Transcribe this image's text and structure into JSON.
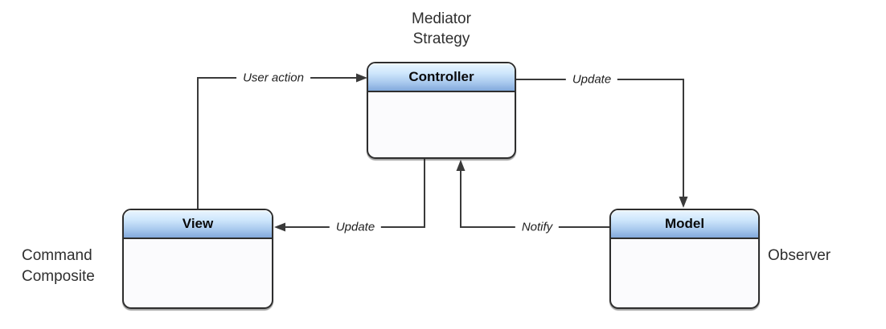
{
  "diagram": {
    "type": "mvc-design-patterns-diagram",
    "boxes": {
      "controller": {
        "title": "Controller"
      },
      "view": {
        "title": "View"
      },
      "model": {
        "title": "Model"
      }
    },
    "annotations": {
      "controller_patterns": {
        "line1": "Mediator",
        "line2": "Strategy"
      },
      "view_patterns": {
        "line1": "Command",
        "line2": "Composite"
      },
      "model_patterns": {
        "line1": "Observer"
      }
    },
    "arrows": {
      "user_action": {
        "label": "User action",
        "from": "View",
        "to": "Controller"
      },
      "update_to_model": {
        "label": "Update",
        "from": "Controller",
        "to": "Model"
      },
      "update_to_view": {
        "label": "Update",
        "from": "Controller",
        "to": "View"
      },
      "notify": {
        "label": "Notify",
        "from": "Model",
        "to": "Controller"
      }
    },
    "colors": {
      "background": "#ffffff",
      "box_border": "#2e2e2e",
      "box_body": "#fbfbfd",
      "header_gradient_top": "#eaf5fe",
      "header_gradient_bottom": "#82a9dc",
      "connector": "#3a3a3a",
      "text": "#2f2f2f"
    }
  }
}
